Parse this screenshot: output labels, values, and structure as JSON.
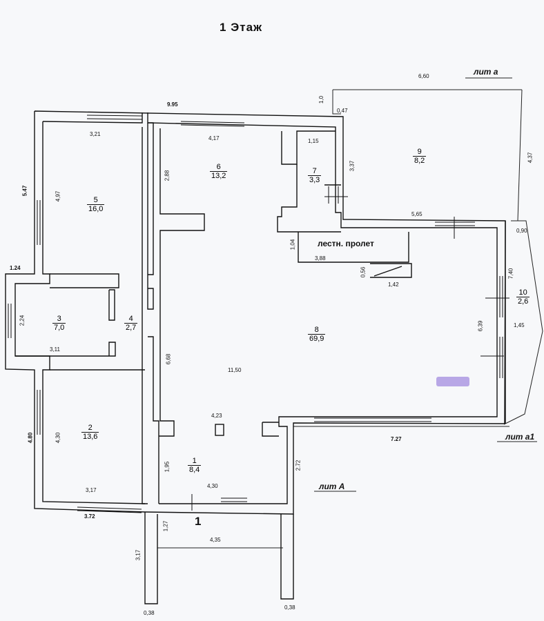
{
  "page": {
    "title": "1 Этаж"
  },
  "lit": {
    "a": "лит а",
    "a1": "лит а1",
    "A": "лит А"
  },
  "entrance": "1",
  "stair_label": "лестн. пролет",
  "rooms": [
    {
      "no": "1",
      "area": "8,4"
    },
    {
      "no": "2",
      "area": "13,6"
    },
    {
      "no": "3",
      "area": "7,0"
    },
    {
      "no": "4",
      "area": "2,7"
    },
    {
      "no": "5",
      "area": "16,0"
    },
    {
      "no": "6",
      "area": "13,2"
    },
    {
      "no": "7",
      "area": "3,3"
    },
    {
      "no": "8",
      "area": "69,9"
    },
    {
      "no": "9",
      "area": "8,2"
    },
    {
      "no": "10",
      "area": "2,6"
    }
  ],
  "dims": {
    "top_total": "9.95",
    "d321": "3,21",
    "d417": "4,17",
    "d115": "1,15",
    "d10": "1,0",
    "d047": "0,47",
    "d660": "6,60",
    "d437": "4,37",
    "d337": "3,37",
    "d565": "5,65",
    "d090": "0,90",
    "d547": "5.47",
    "d497": "4,97",
    "d288": "2,88",
    "d104": "1,04",
    "d388": "3,88",
    "d056": "0,56",
    "d142": "1,42",
    "d740": "7,40",
    "d145": "1,45",
    "d639": "6,39",
    "d124": "1.24",
    "d224": "2,24",
    "d311": "3,11",
    "d668": "6,68",
    "d1150": "11,50",
    "d480": "4.80",
    "d430": "4,30",
    "d423": "4,23",
    "d195": "1,95",
    "d272": "2.72",
    "d727": "7.27",
    "d430b": "4,30",
    "d317": "3,17",
    "d372": "3.72",
    "d127": "1,27",
    "d435": "4,35",
    "d317b": "3,17",
    "d038a": "0,38",
    "d038b": "0,38"
  }
}
